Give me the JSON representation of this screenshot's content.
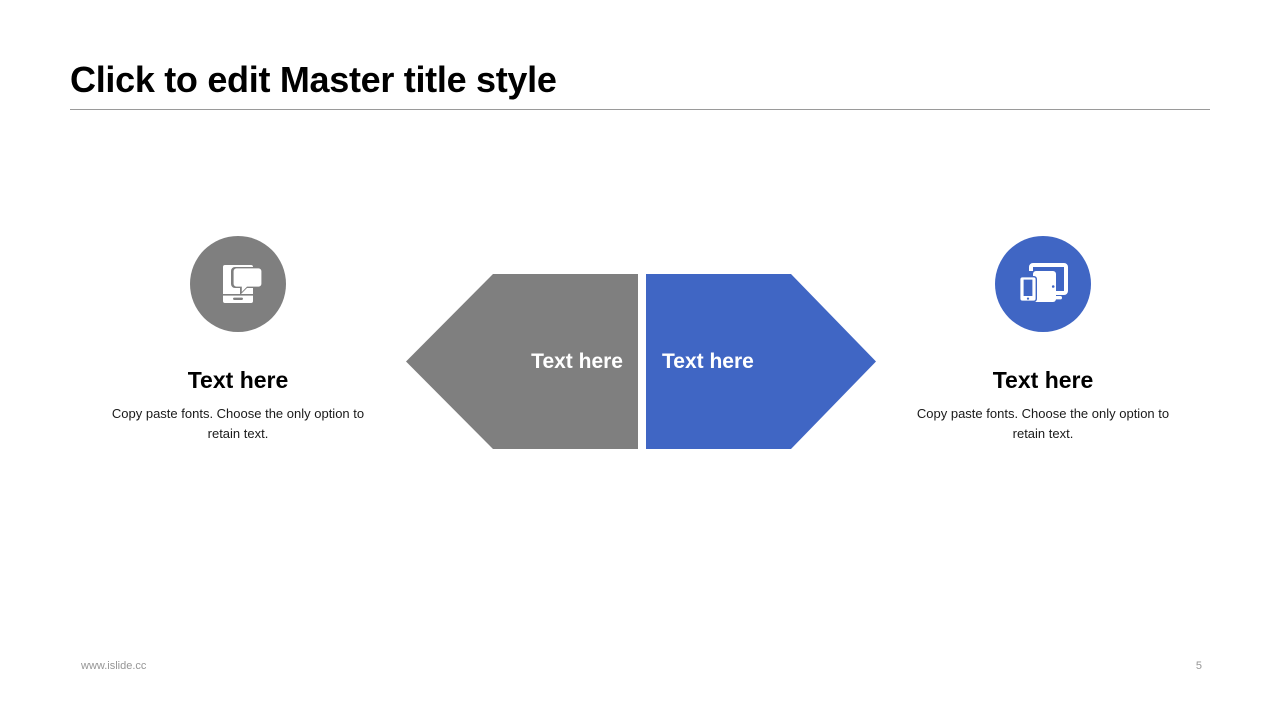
{
  "slide": {
    "title": "Click to edit Master title style",
    "page_number": "5",
    "footer_url": "www.islide.cc"
  },
  "theme": {
    "gray": "#7f7f7f",
    "blue": "#4066c4",
    "rule": "#9a9a9a",
    "footer_text": "#969696",
    "title_text": "#000000",
    "body_text": "#1a1a1a",
    "shape_text": "#ffffff"
  },
  "features": [
    {
      "icon": "mobile-chat-icon",
      "circle_color": "#7f7f7f",
      "heading": "Text here",
      "body": "Copy paste fonts. Choose the only option to retain text."
    },
    {
      "icon": "responsive-devices-icon",
      "circle_color": "#4066c4",
      "heading": "Text here",
      "body": "Copy paste fonts. Choose the only option to retain text."
    }
  ],
  "arrows": [
    {
      "direction": "left",
      "color": "#7f7f7f",
      "label": "Text here"
    },
    {
      "direction": "right",
      "color": "#4066c4",
      "label": "Text here"
    }
  ]
}
